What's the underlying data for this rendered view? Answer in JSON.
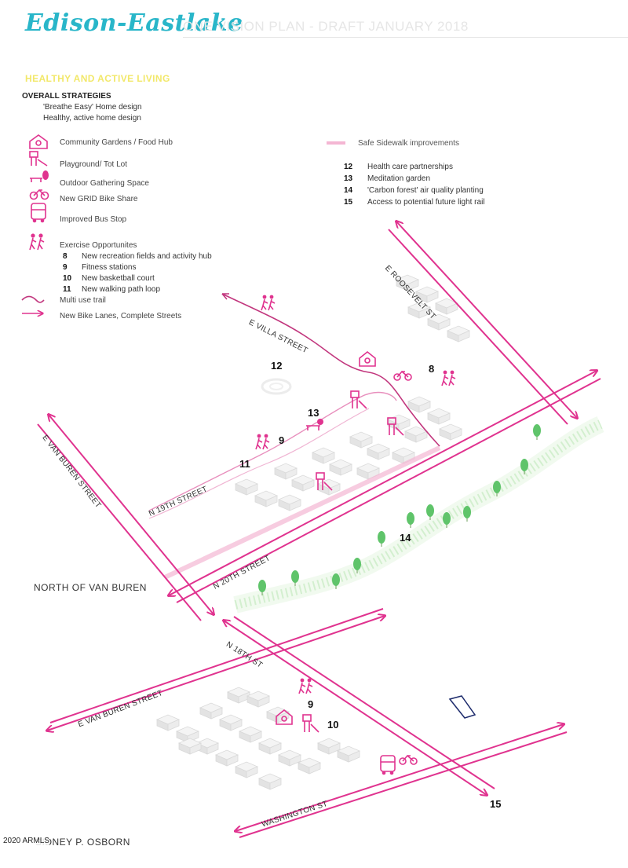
{
  "header": {
    "logo": "Edison-Eastlake",
    "draft": "ONE VISION PLAN - DRAFT JANUARY 2018"
  },
  "section_title": "HEALTHY AND ACTIVE LIVING",
  "overall": {
    "heading": "OVERALL STRATEGIES",
    "items": [
      "'Breathe Easy' Home design",
      "Healthy, active home design"
    ]
  },
  "legend": {
    "community_gardens": "Community Gardens / Food Hub",
    "playground": "Playground/ Tot Lot",
    "outdoor": "Outdoor Gathering Space",
    "bike_share": "New GRID Bike Share",
    "bus_stop": "Improved Bus Stop",
    "exercise": "Exercise Opportunites",
    "multi_use_trail": "Multi use trail",
    "bike_lanes": "New Bike Lanes, Complete Streets",
    "safe_sidewalk": "Safe Sidewalk improvements"
  },
  "exercise_items": [
    {
      "num": "8",
      "text": "New recreation fields and activity hub"
    },
    {
      "num": "9",
      "text": "Fitness stations"
    },
    {
      "num": "10",
      "text": "New basketball court"
    },
    {
      "num": "11",
      "text": "New walking path loop"
    }
  ],
  "other_items": [
    {
      "num": "12",
      "text": "Health care partnerships"
    },
    {
      "num": "13",
      "text": "Meditation garden"
    },
    {
      "num": "14",
      "text": "'Carbon forest' air quality planting"
    },
    {
      "num": "15",
      "text": "Access to potential future light rail"
    }
  ],
  "streets": {
    "roosevelt": "E ROOSEVELT ST",
    "villa": "E VILLA STREET",
    "van_buren_north": "E VAN BUREN STREET",
    "n19th": "N 19TH STREET",
    "n20th": "N 20TH STREET",
    "n18th": "N 18TH ST",
    "van_buren_south": "E VAN BUREN STREET",
    "washington": "WASHINGTON ST"
  },
  "map_numbers": {
    "n8": "8",
    "n9a": "9",
    "n11": "11",
    "n12": "12",
    "n13": "13",
    "n14": "14",
    "n9b": "9",
    "n10": "10",
    "n15": "15"
  },
  "areas": {
    "north": "NORTH OF VAN BUREN",
    "south": "SIDNEY P. OSBORN"
  },
  "copyright": "2020 ARMLS",
  "colors": {
    "accent": "#e0338f",
    "pink_light": "#f2a7cc",
    "logo": "#29b6c9",
    "tree": "#5fc46a",
    "title_yellow": "#f2e86a"
  }
}
